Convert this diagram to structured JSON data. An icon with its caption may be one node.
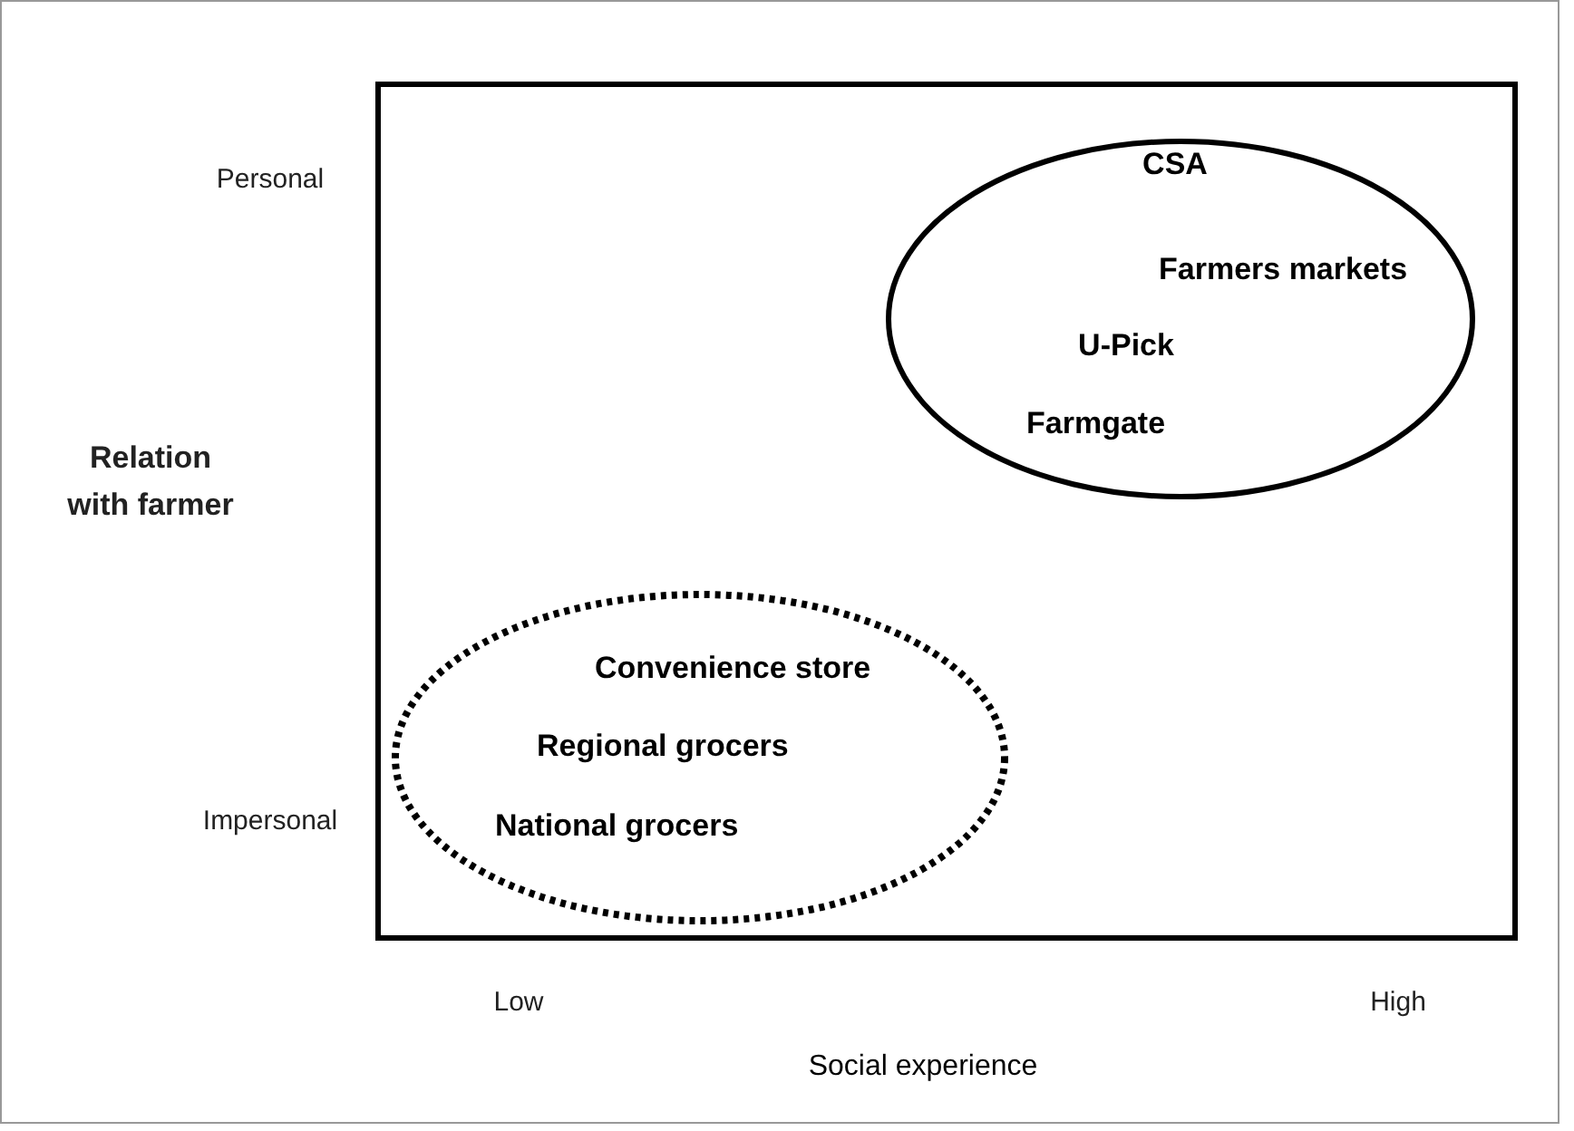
{
  "diagram": {
    "nodes": [
      {
        "text": [
          "CSA",
          "Farmers markets",
          "U-Pick",
          "Farmgate"
        ]
      },
      {
        "text": [
          "Convenience store",
          "Regional grocers",
          "National grocers"
        ]
      }
    ],
    "labels": [
      "Personal",
      "Relation with farmer",
      "Impersonal",
      "Low",
      "High",
      "Social experience"
    ]
  }
}
